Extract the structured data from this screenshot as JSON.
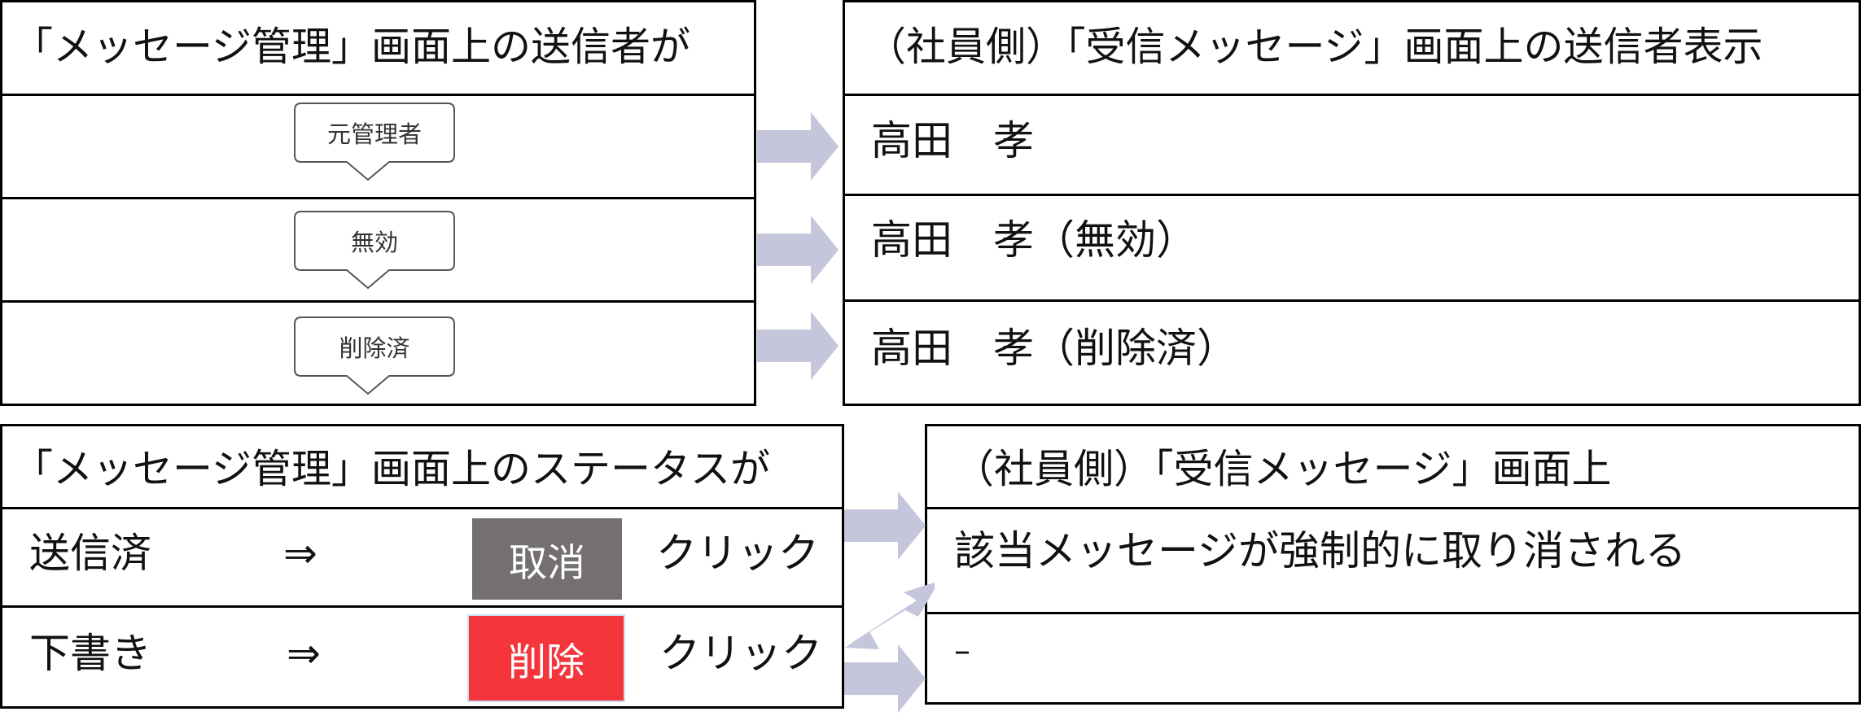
{
  "top_left": {
    "header": "「メッセージ管理」画面上の送信者が",
    "rows": [
      {
        "tooltip": "元管理者"
      },
      {
        "tooltip": "無効"
      },
      {
        "tooltip": "削除済"
      }
    ]
  },
  "top_right": {
    "header": "（社員側）「受信メッセージ」画面上の送信者表示",
    "rows": [
      {
        "text": "高田　孝"
      },
      {
        "text": "高田　孝（無効）"
      },
      {
        "text": "高田　孝（削除済）"
      }
    ]
  },
  "bottom_left": {
    "header": "「メッセージ管理」画面上のステータスが",
    "rows": [
      {
        "status": "送信済",
        "arrow": "⇒",
        "button": "取消",
        "action": "クリック"
      },
      {
        "status": "下書き",
        "arrow": "⇒",
        "button": "削除",
        "action": "クリック"
      }
    ]
  },
  "bottom_right": {
    "header": "（社員側）「受信メッセージ」画面上",
    "rows": [
      {
        "text": "該当メッセージが強制的に取り消される"
      },
      {
        "text": "–"
      }
    ]
  },
  "colors": {
    "arrow": "#c5c5dc",
    "cancel_button": "#757070",
    "delete_button": "#f4363c"
  }
}
